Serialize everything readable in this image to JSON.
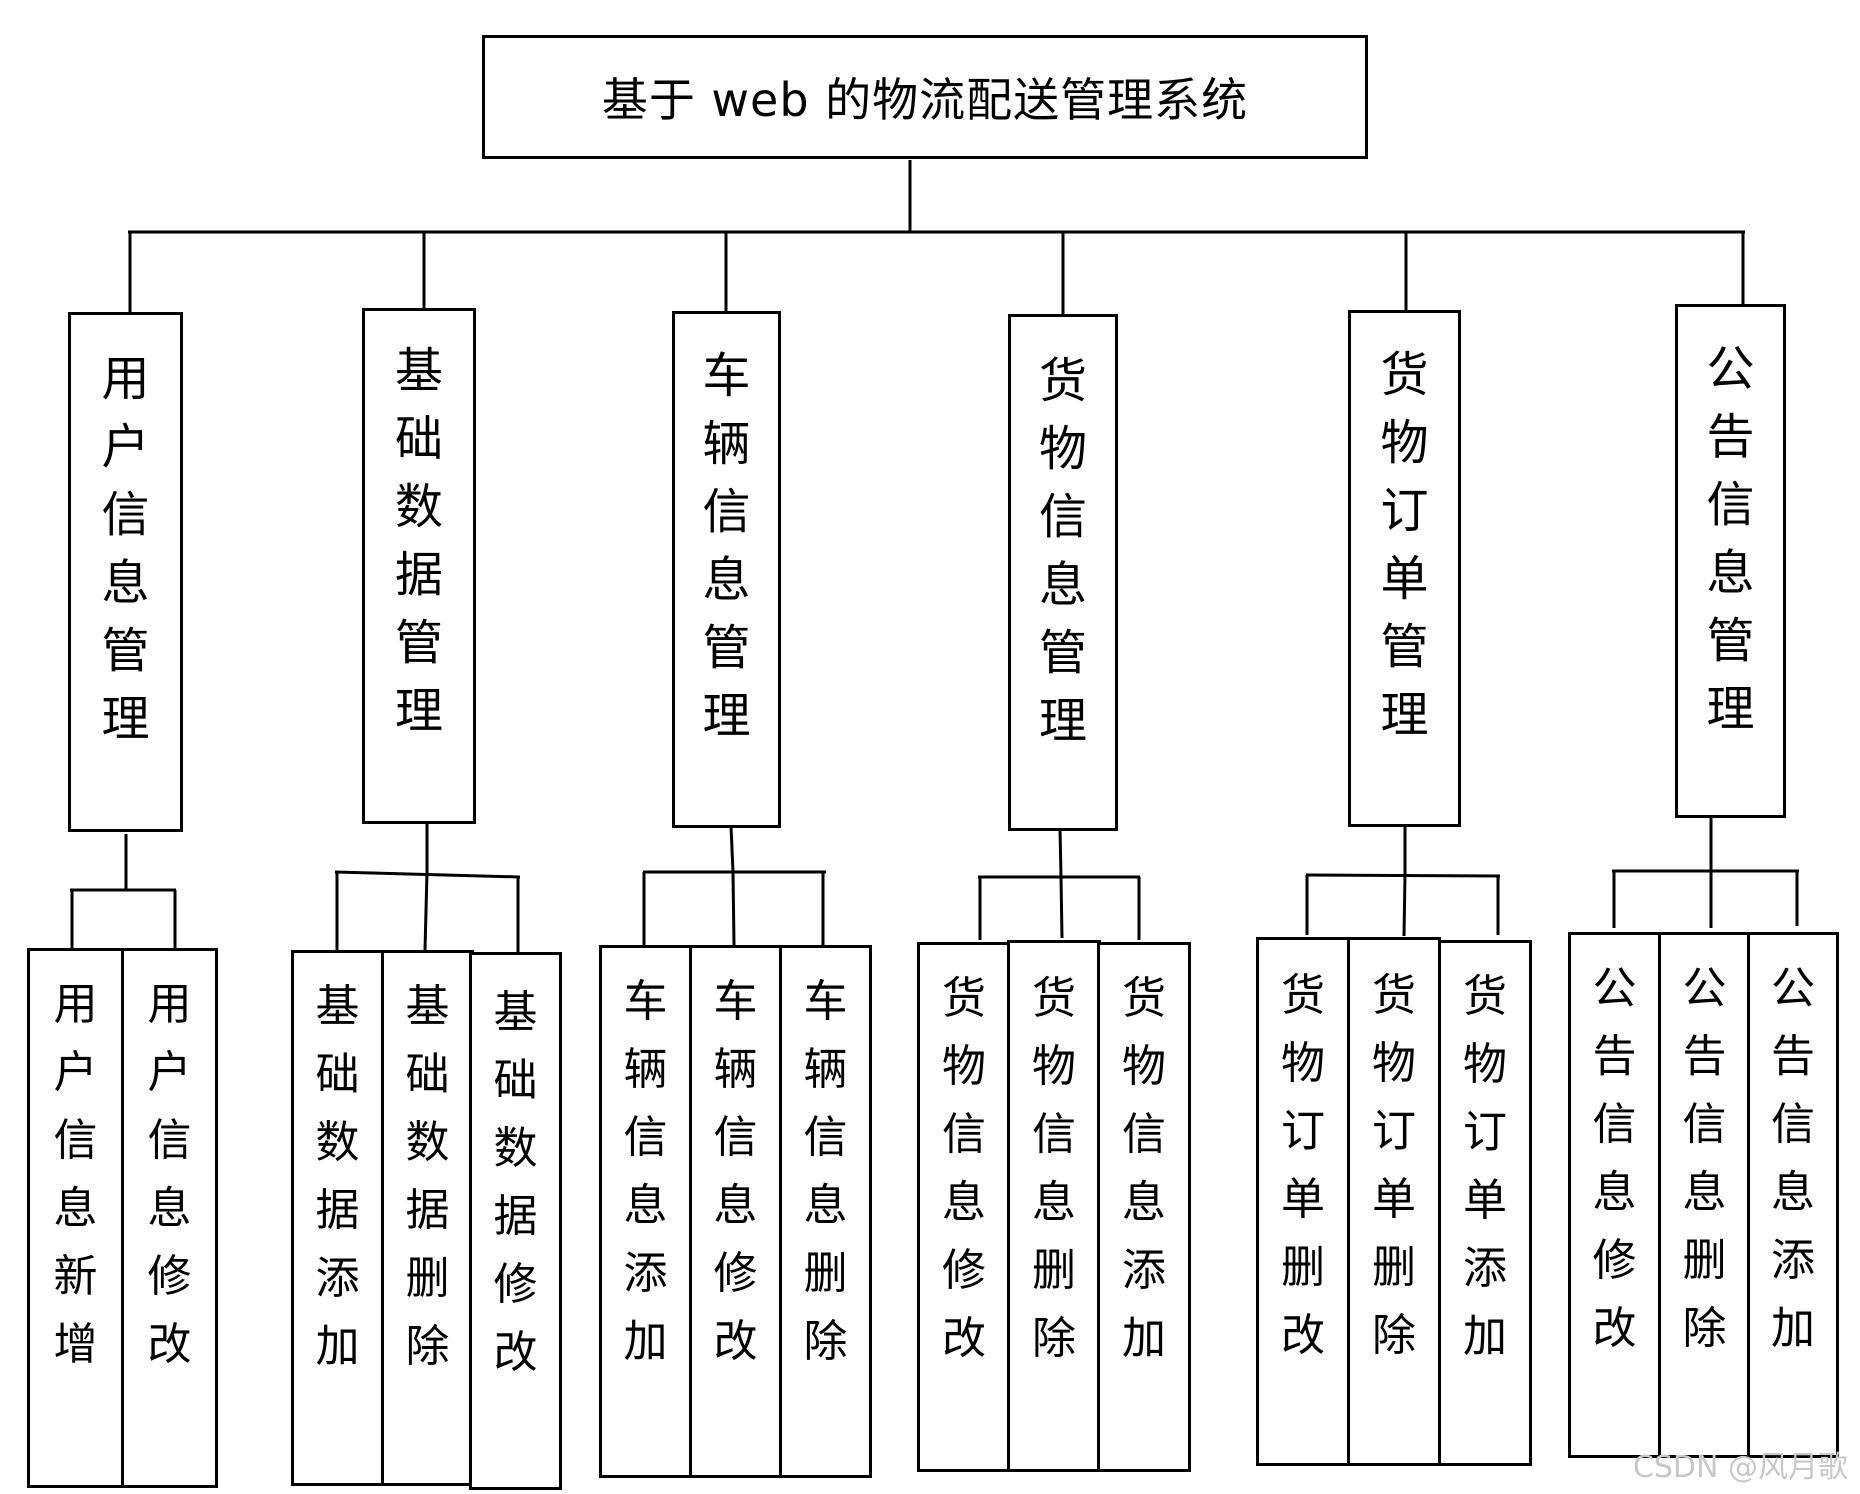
{
  "title": "基于 web 的物流配送管理系统",
  "modules": [
    {
      "label": "用户信息管理",
      "children": [
        "用户信息新增",
        "用户信息修改"
      ]
    },
    {
      "label": "基础数据管理",
      "children": [
        "基础数据添加",
        "基础数据删除",
        "基础数据修改"
      ]
    },
    {
      "label": "车辆信息管理",
      "children": [
        "车辆信息添加",
        "车辆信息修改",
        "车辆信息删除"
      ]
    },
    {
      "label": "货物信息管理",
      "children": [
        "货物信息修改",
        "货物信息删除",
        "货物信息添加"
      ]
    },
    {
      "label": "货物订单管理",
      "children": [
        "货物订单删改",
        "货物订单删除",
        "货物订单添加"
      ]
    },
    {
      "label": "公告信息管理",
      "children": [
        "公告信息修改",
        "公告信息删除",
        "公告信息添加"
      ]
    }
  ],
  "watermark": "CSDN @风月歌"
}
